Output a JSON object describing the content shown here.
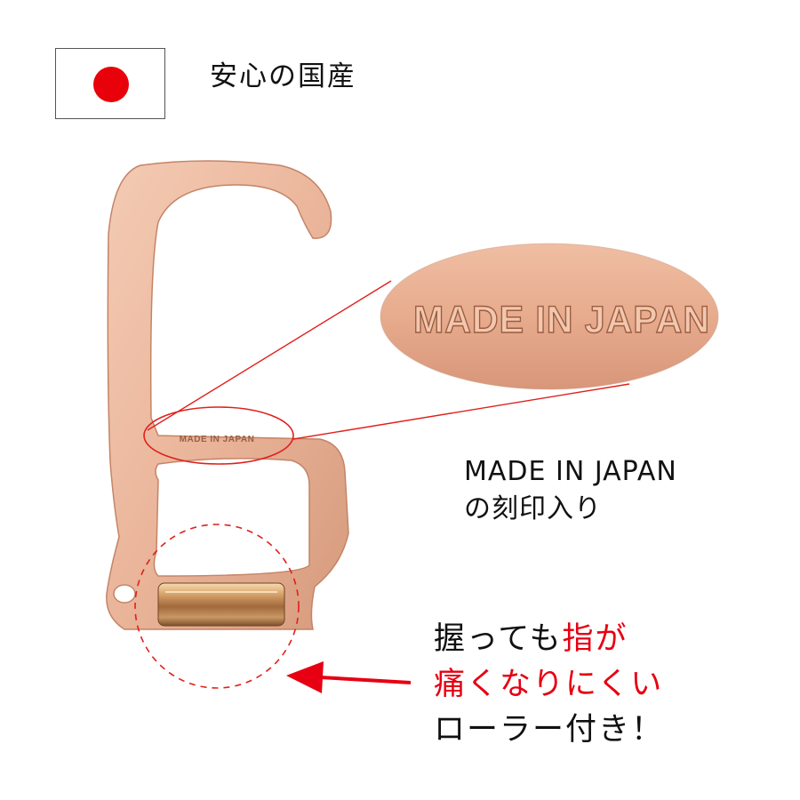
{
  "colors": {
    "flag_red": "#e8000b",
    "callout_red": "#e0201c",
    "accent_red": "#e60012",
    "copper_light": "#efc0a8",
    "copper_dark": "#c98a6c"
  },
  "icons": [
    "japan-flag-icon",
    "red-arrow-icon"
  ],
  "headline": "安心の国産",
  "stamp": {
    "small_engraving": "MADE IN JAPAN",
    "zoom_engraving": "MADE IN JAPAN",
    "caption_line1": "MADE IN JAPAN",
    "caption_line2": "の刻印入り"
  },
  "roller": {
    "line1_part1": "握っても",
    "line1_part2": "指が",
    "line2": "痛くなりにくい",
    "line3": "ローラー付き！"
  }
}
